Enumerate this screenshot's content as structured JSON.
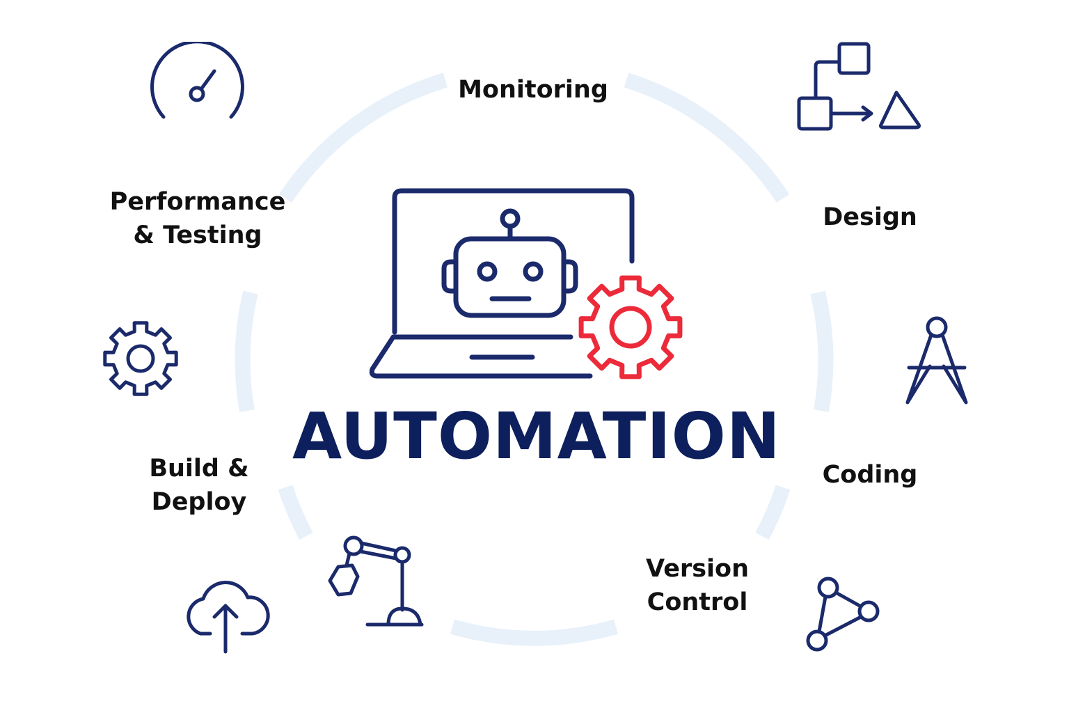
{
  "title": "AUTOMATION",
  "stages": {
    "monitoring": {
      "lines": [
        "Monitoring"
      ],
      "icon": "speedometer-icon"
    },
    "design": {
      "lines": [
        "Design"
      ],
      "icon": "flowchart-icon"
    },
    "coding": {
      "lines": [
        "Coding"
      ],
      "icon": "drafting-compass-icon"
    },
    "version_control": {
      "lines": [
        "Version",
        "Control"
      ],
      "icon": "node-graph-icon"
    },
    "build_deploy": {
      "lines": [
        "Build &",
        "Deploy"
      ],
      "icon": "cloud-upload-icon"
    },
    "performance_testing": {
      "lines": [
        "Performance",
        "& Testing"
      ],
      "icon": "gear-icon"
    }
  },
  "center_icons": [
    "laptop-icon",
    "robot-icon",
    "red-gear-icon",
    "robotic-arm-icon"
  ],
  "colors": {
    "navy": "#1b2a6b",
    "title_navy": "#0d1f5c",
    "accent_red": "#ec2a3a",
    "ring": "#e8f1fa",
    "text": "#111111"
  }
}
